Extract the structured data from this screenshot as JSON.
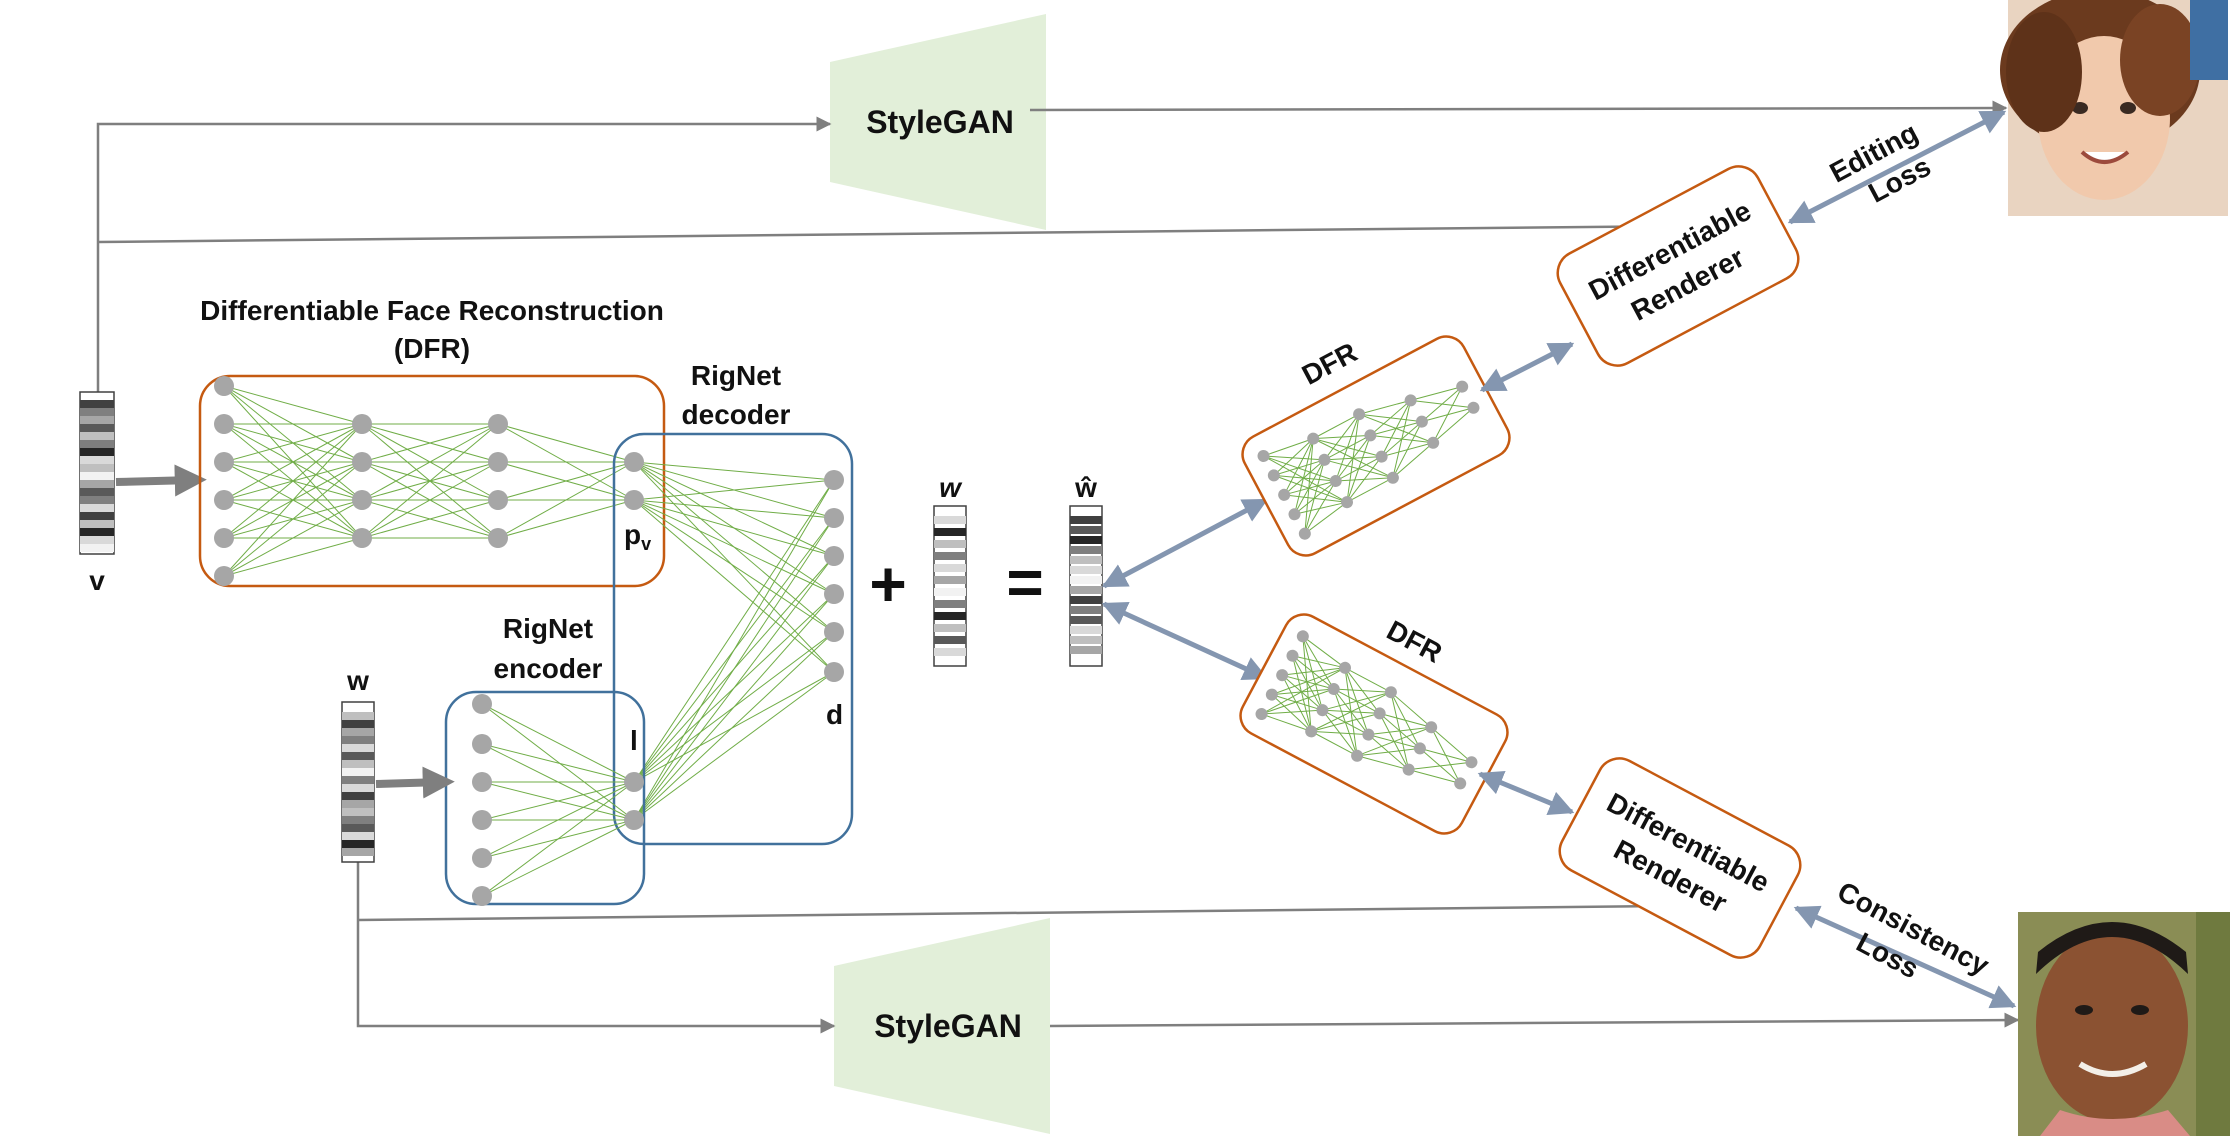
{
  "labels": {
    "stylegan_top": "StyleGAN",
    "stylegan_bottom": "StyleGAN",
    "dfr_title_line1": "Differentiable Face Reconstruction",
    "dfr_title_line2": "(DFR)",
    "rignet_decoder_line1": "RigNet",
    "rignet_decoder_line2": "decoder",
    "rignet_encoder_line1": "RigNet",
    "rignet_encoder_line2": "encoder",
    "v_label": "v",
    "w_label": "w",
    "w_mid_label": "w",
    "w_hat_label": "ŵ",
    "pv_label": "p",
    "pv_sub": "v",
    "l_label": "l",
    "d_label": "d",
    "plus": "+",
    "equals": "=",
    "dfr_upper": "DFR",
    "dfr_lower": "DFR",
    "renderer_upper_line1": "Differentiable",
    "renderer_upper_line2": "Renderer",
    "renderer_lower_line1": "Differentiable",
    "renderer_lower_line2": "Renderer",
    "editing_loss_line1": "Editing",
    "editing_loss_line2": "Loss",
    "consistency_loss_line1": "Consistency",
    "consistency_loss_line2": "Loss"
  },
  "images": {
    "top_photo": "child-face-photo",
    "bottom_photo": "man-face-photo"
  },
  "colors": {
    "dfr_border": "#c55a11",
    "rignet_border": "#41719c",
    "stylegan_fill": "#e2efd9",
    "network_edges": "#70ad47",
    "nodes": "#a6a6a6",
    "arrows": "#7f7f7f",
    "loss_arrows": "#8496b0"
  }
}
